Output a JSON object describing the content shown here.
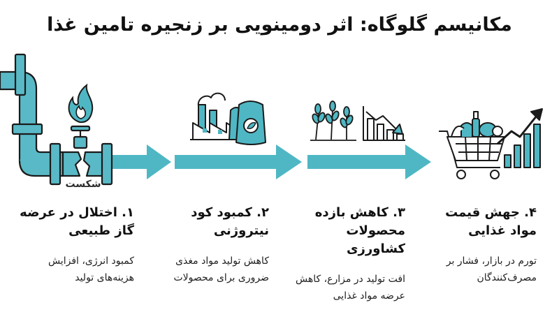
{
  "title": "مکانیسم گلوگاه: اثر دومینویی بر زنجیره تامین غذا",
  "pipe_label": "شکست",
  "colors": {
    "accent": "#4fb7c4",
    "pipe": "#5ab9c6",
    "stroke": "#1a1a1a",
    "flame": "#4fb7c4"
  },
  "icons": [
    "gas-pipe-icon",
    "flame-icon",
    "factory-icon",
    "fertilizer-bag-icon",
    "wheat-icon",
    "declining-chart-icon",
    "shopping-cart-icon",
    "rising-chart-icon"
  ],
  "steps": [
    {
      "title": "۱. اختلال در عرضه گاز طبیعی",
      "desc": "کمبود انرژی، افزایش هزینه‌های تولید"
    },
    {
      "title": "۲. کمبود کود نیتروژنی",
      "desc": "کاهش تولید مواد مغذی ضروری برای محصولات"
    },
    {
      "title": "۳. کاهش بازده محصولات کشاورزی",
      "desc": "افت تولید در مزارع، کاهش عرضه مواد غذایی"
    },
    {
      "title": "۴. جهش قیمت مواد غذایی",
      "desc": "تورم در بازار، فشار بر مصرف‌کنندگان"
    }
  ]
}
